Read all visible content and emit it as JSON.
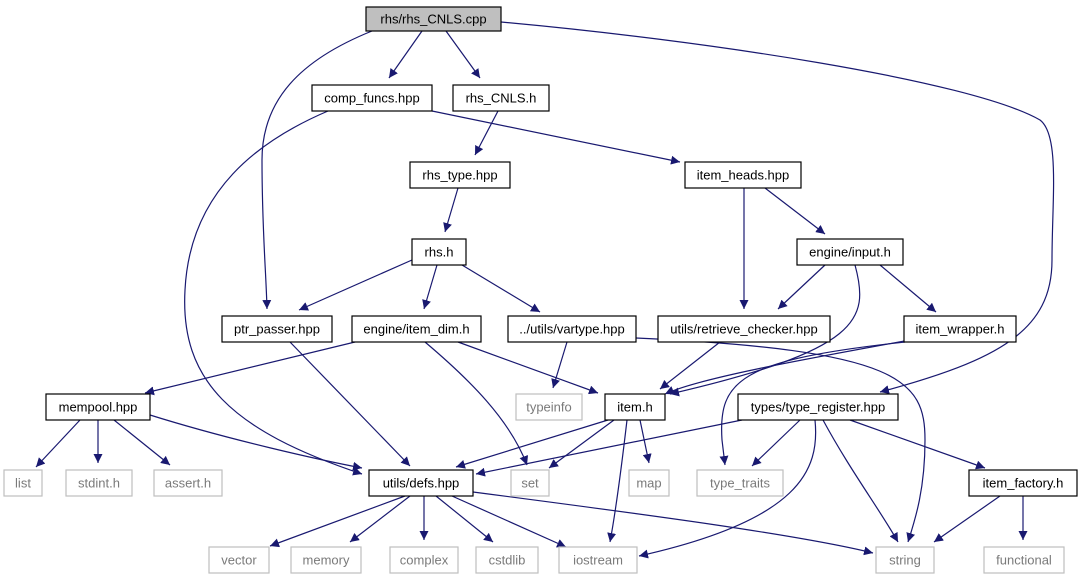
{
  "graph": {
    "title": "",
    "colors": {
      "edge": "#191970",
      "node_border": "#000000",
      "root_fill": "#bfbfbf",
      "ext_border": "#bfbfbf",
      "ext_text": "#7a7a7a",
      "background": "#ffffff"
    },
    "nodes": [
      {
        "id": "root",
        "label": "rhs/rhs_CNLS.cpp",
        "kind": "root"
      },
      {
        "id": "comp_funcs",
        "label": "comp_funcs.hpp",
        "kind": "file"
      },
      {
        "id": "rhs_cnls_h",
        "label": "rhs_CNLS.h",
        "kind": "file"
      },
      {
        "id": "rhs_type",
        "label": "rhs_type.hpp",
        "kind": "file"
      },
      {
        "id": "item_heads",
        "label": "item_heads.hpp",
        "kind": "file"
      },
      {
        "id": "rhs_h",
        "label": "rhs.h",
        "kind": "file"
      },
      {
        "id": "engine_input",
        "label": "engine/input.h",
        "kind": "file"
      },
      {
        "id": "ptr_passer",
        "label": "ptr_passer.hpp",
        "kind": "file"
      },
      {
        "id": "engine_item_dim",
        "label": "engine/item_dim.h",
        "kind": "file"
      },
      {
        "id": "vartype",
        "label": "../utils/vartype.hpp",
        "kind": "file"
      },
      {
        "id": "retrieve_checker",
        "label": "utils/retrieve_checker.hpp",
        "kind": "file"
      },
      {
        "id": "item_wrapper",
        "label": "item_wrapper.h",
        "kind": "file"
      },
      {
        "id": "mempool",
        "label": "mempool.hpp",
        "kind": "file"
      },
      {
        "id": "typeinfo",
        "label": "typeinfo",
        "kind": "ext"
      },
      {
        "id": "item_h",
        "label": "item.h",
        "kind": "file"
      },
      {
        "id": "type_register",
        "label": "types/type_register.hpp",
        "kind": "file"
      },
      {
        "id": "list",
        "label": "list",
        "kind": "ext"
      },
      {
        "id": "stdint",
        "label": "stdint.h",
        "kind": "ext"
      },
      {
        "id": "assert",
        "label": "assert.h",
        "kind": "ext"
      },
      {
        "id": "utils_defs",
        "label": "utils/defs.hpp",
        "kind": "file"
      },
      {
        "id": "set",
        "label": "set",
        "kind": "ext"
      },
      {
        "id": "map",
        "label": "map",
        "kind": "ext"
      },
      {
        "id": "type_traits",
        "label": "type_traits",
        "kind": "ext"
      },
      {
        "id": "item_factory",
        "label": "item_factory.h",
        "kind": "file"
      },
      {
        "id": "vector",
        "label": "vector",
        "kind": "ext"
      },
      {
        "id": "memory",
        "label": "memory",
        "kind": "ext"
      },
      {
        "id": "complex",
        "label": "complex",
        "kind": "ext"
      },
      {
        "id": "cstdlib",
        "label": "cstdlib",
        "kind": "ext"
      },
      {
        "id": "iostream",
        "label": "iostream",
        "kind": "ext"
      },
      {
        "id": "string",
        "label": "string",
        "kind": "ext"
      },
      {
        "id": "functional",
        "label": "functional",
        "kind": "ext"
      }
    ],
    "edges": [
      {
        "from": "root",
        "to": "comp_funcs"
      },
      {
        "from": "root",
        "to": "rhs_cnls_h"
      },
      {
        "from": "root",
        "to": "ptr_passer"
      },
      {
        "from": "root",
        "to": "type_register"
      },
      {
        "from": "comp_funcs",
        "to": "item_heads"
      },
      {
        "from": "comp_funcs",
        "to": "utils_defs"
      },
      {
        "from": "rhs_cnls_h",
        "to": "rhs_type"
      },
      {
        "from": "rhs_type",
        "to": "rhs_h"
      },
      {
        "from": "rhs_h",
        "to": "ptr_passer"
      },
      {
        "from": "rhs_h",
        "to": "engine_item_dim"
      },
      {
        "from": "rhs_h",
        "to": "vartype"
      },
      {
        "from": "item_heads",
        "to": "engine_input"
      },
      {
        "from": "item_heads",
        "to": "retrieve_checker"
      },
      {
        "from": "engine_input",
        "to": "retrieve_checker"
      },
      {
        "from": "engine_input",
        "to": "item_wrapper"
      },
      {
        "from": "engine_input",
        "to": "item_h"
      },
      {
        "from": "ptr_passer",
        "to": "utils_defs"
      },
      {
        "from": "engine_item_dim",
        "to": "mempool"
      },
      {
        "from": "engine_item_dim",
        "to": "item_h"
      },
      {
        "from": "engine_item_dim",
        "to": "set"
      },
      {
        "from": "vartype",
        "to": "typeinfo"
      },
      {
        "from": "vartype",
        "to": "string"
      },
      {
        "from": "retrieve_checker",
        "to": "item_h"
      },
      {
        "from": "item_wrapper",
        "to": "item_h"
      },
      {
        "from": "item_wrapper",
        "to": "type_traits"
      },
      {
        "from": "mempool",
        "to": "list"
      },
      {
        "from": "mempool",
        "to": "stdint"
      },
      {
        "from": "mempool",
        "to": "assert"
      },
      {
        "from": "mempool",
        "to": "utils_defs"
      },
      {
        "from": "item_h",
        "to": "utils_defs"
      },
      {
        "from": "item_h",
        "to": "set"
      },
      {
        "from": "item_h",
        "to": "map"
      },
      {
        "from": "item_h",
        "to": "iostream"
      },
      {
        "from": "type_register",
        "to": "utils_defs"
      },
      {
        "from": "type_register",
        "to": "type_traits"
      },
      {
        "from": "type_register",
        "to": "iostream"
      },
      {
        "from": "type_register",
        "to": "string"
      },
      {
        "from": "type_register",
        "to": "item_factory"
      },
      {
        "from": "utils_defs",
        "to": "vector"
      },
      {
        "from": "utils_defs",
        "to": "memory"
      },
      {
        "from": "utils_defs",
        "to": "complex"
      },
      {
        "from": "utils_defs",
        "to": "cstdlib"
      },
      {
        "from": "utils_defs",
        "to": "iostream"
      },
      {
        "from": "utils_defs",
        "to": "string"
      },
      {
        "from": "item_factory",
        "to": "string"
      },
      {
        "from": "item_factory",
        "to": "functional"
      }
    ]
  }
}
